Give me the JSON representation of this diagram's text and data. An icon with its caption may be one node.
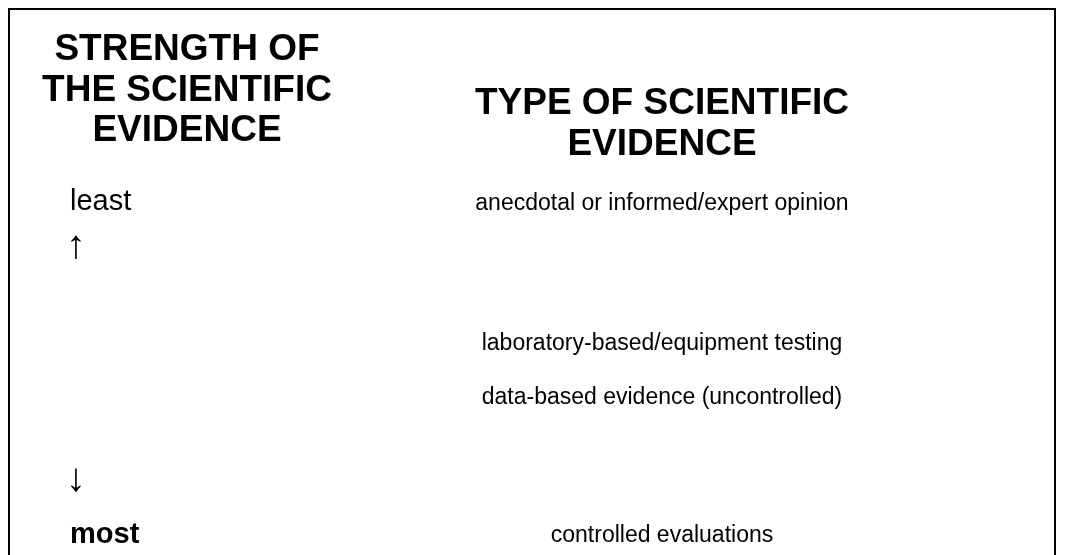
{
  "diagram": {
    "labels": [
      "STRENGTH OF THE SCIENTIFIC EVIDENCE",
      "TYPE OF SCIENTIFIC EVIDENCE",
      "least",
      "anecdotal or informed/expert opinion",
      "↑",
      "laboratory-based/equipment testing",
      "data-based evidence (uncontrolled)",
      "↓",
      "most",
      "controlled evaluations"
    ]
  }
}
